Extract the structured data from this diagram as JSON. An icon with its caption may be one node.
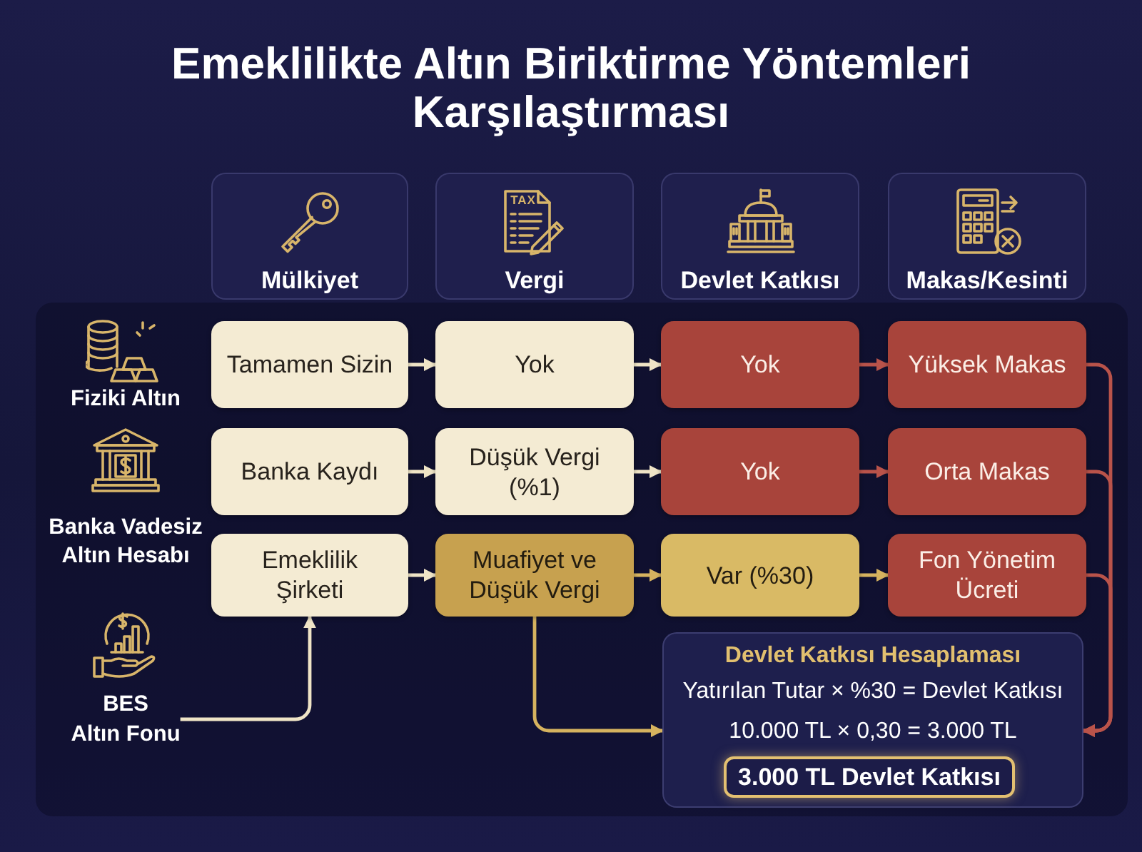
{
  "diagram": {
    "title": "Emeklilikte Altın Biriktirme Yöntemleri Karşılaştırması",
    "nodes": [
      {
        "text": [
          "Mülkiyet"
        ]
      },
      {
        "text": [
          "Vergi"
        ]
      },
      {
        "text": [
          "Devlet Katkısı"
        ]
      },
      {
        "text": [
          "Makas/Kesinti"
        ]
      },
      {
        "text": [
          "Tamamen Sizin"
        ]
      },
      {
        "text": [
          "Yok"
        ]
      },
      {
        "text": [
          "Yok"
        ]
      },
      {
        "text": [
          "Yüksek Makas"
        ]
      },
      {
        "text": [
          "Banka Kaydı"
        ]
      },
      {
        "text": [
          "Düşük Vergi (%1)"
        ]
      },
      {
        "text": [
          "Yok"
        ]
      },
      {
        "text": [
          "Orta Makas"
        ]
      },
      {
        "text": [
          "Emeklilik Şirketi"
        ]
      },
      {
        "text": [
          "Muafiyet ve Düşük Vergi"
        ]
      },
      {
        "text": [
          "Var (%30)"
        ]
      },
      {
        "text": [
          "Fon Yönetim Ücreti"
        ]
      },
      {
        "text": [
          "BES Altın Fonu"
        ]
      },
      {
        "text": [
          "Devlet Katkısı Hesaplaması",
          "Yatırılan Tutar × %30 = Devlet Katkısı",
          "10.000 TL × 0,30 = 3.000 TL"
        ]
      },
      {
        "text": [
          "3.000 TL Devlet Katkısı"
        ],
        "in": 17
      }
    ],
    "edges": [
      {
        "from": 4,
        "to": 5,
        "arrow": "to"
      },
      {
        "from": 5,
        "to": 6,
        "arrow": "to"
      },
      {
        "from": 6,
        "to": 7,
        "arrow": "to",
        "color": "#b9534a"
      },
      {
        "from": 8,
        "to": 9,
        "arrow": "to"
      },
      {
        "from": 9,
        "to": 10,
        "arrow": "to"
      },
      {
        "from": 10,
        "to": 11,
        "arrow": "to",
        "color": "#b9534a"
      },
      {
        "from": 12,
        "to": 13,
        "arrow": "to"
      },
      {
        "from": 13,
        "to": 14,
        "arrow": "to",
        "color": "#d6b35f"
      },
      {
        "from": 14,
        "to": 15,
        "arrow": "to",
        "color": "#d6b35f"
      },
      {
        "from": 16,
        "to": 12,
        "arrow": "to"
      },
      {
        "from": 13,
        "to": 17,
        "arrow": "to",
        "color": "#d6b35f"
      },
      {
        "from": 7,
        "to": 17,
        "arrow": "to",
        "color": "#b9534a"
      },
      {
        "from": 11,
        "to": 17,
        "arrow": "to",
        "color": "#b9534a"
      },
      {
        "from": 15,
        "to": 17,
        "arrow": "to",
        "color": "#b9534a"
      }
    ],
    "labels": [
      "TAX",
      "Fiziki Altın",
      "Banka Vadesiz Altın Hesabı"
    ]
  }
}
